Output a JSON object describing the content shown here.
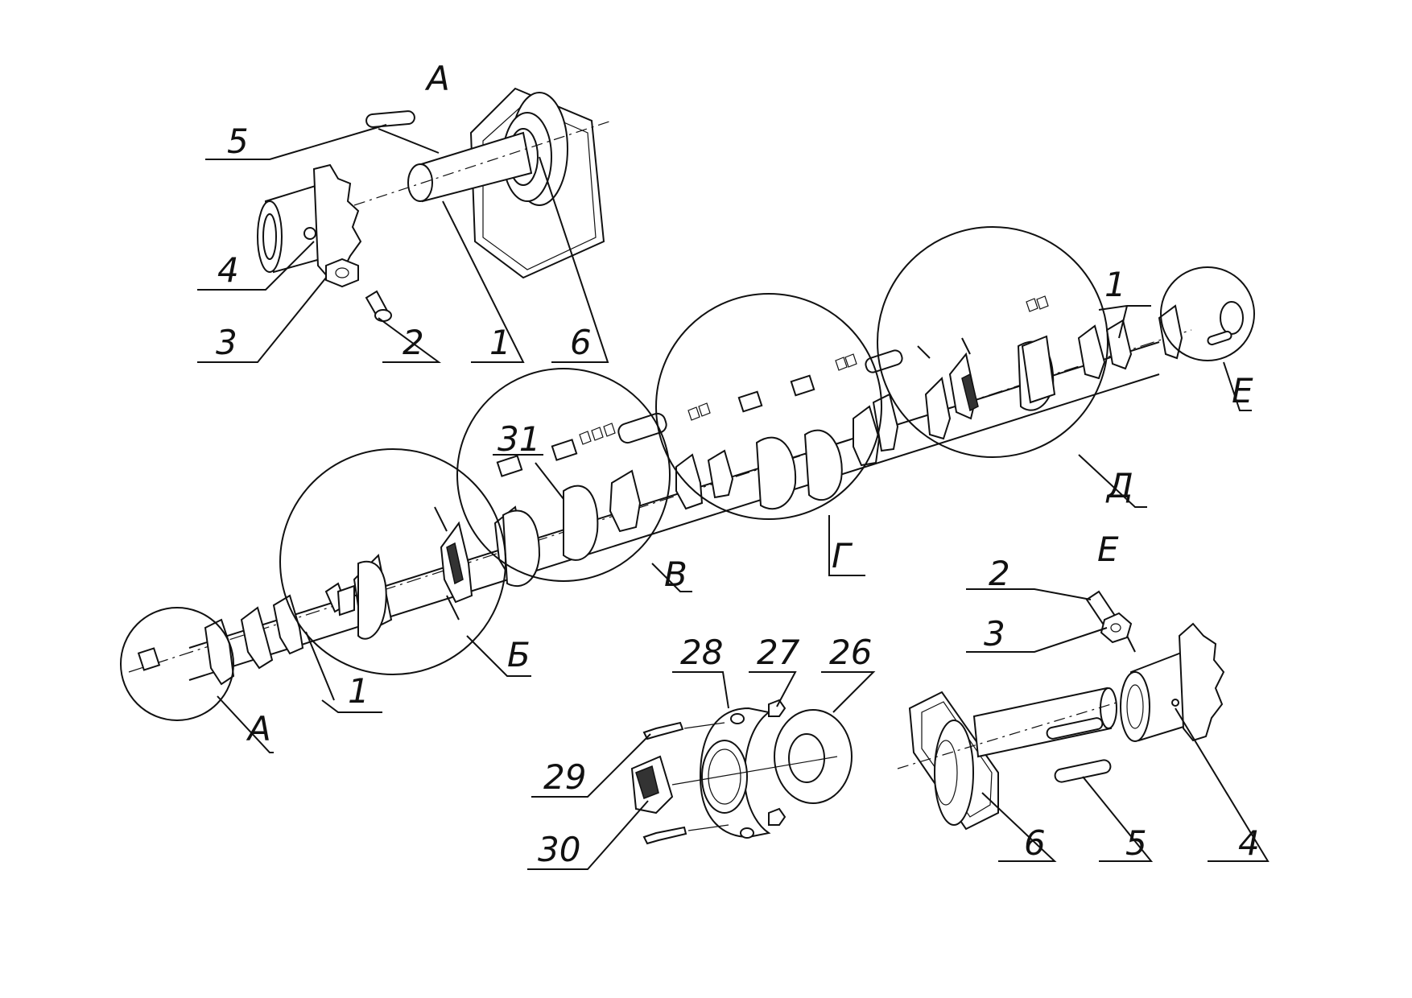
{
  "callouts": {
    "a_view_title": "А",
    "a1": "1",
    "a2": "2",
    "a3": "3",
    "a4": "4",
    "a5": "5",
    "a6": "6",
    "e_view_title": "Е",
    "e2": "2",
    "e3": "3",
    "e4": "4",
    "e5": "5",
    "e6": "6",
    "shaft_1_left": "1",
    "shaft_1_right": "1",
    "p26": "26",
    "p27": "27",
    "p28": "28",
    "p29": "29",
    "p30": "30",
    "p31": "31"
  },
  "zones": {
    "a": "А",
    "b": "Б",
    "v": "В",
    "g": "Г",
    "d": "Д",
    "e": "Е"
  }
}
